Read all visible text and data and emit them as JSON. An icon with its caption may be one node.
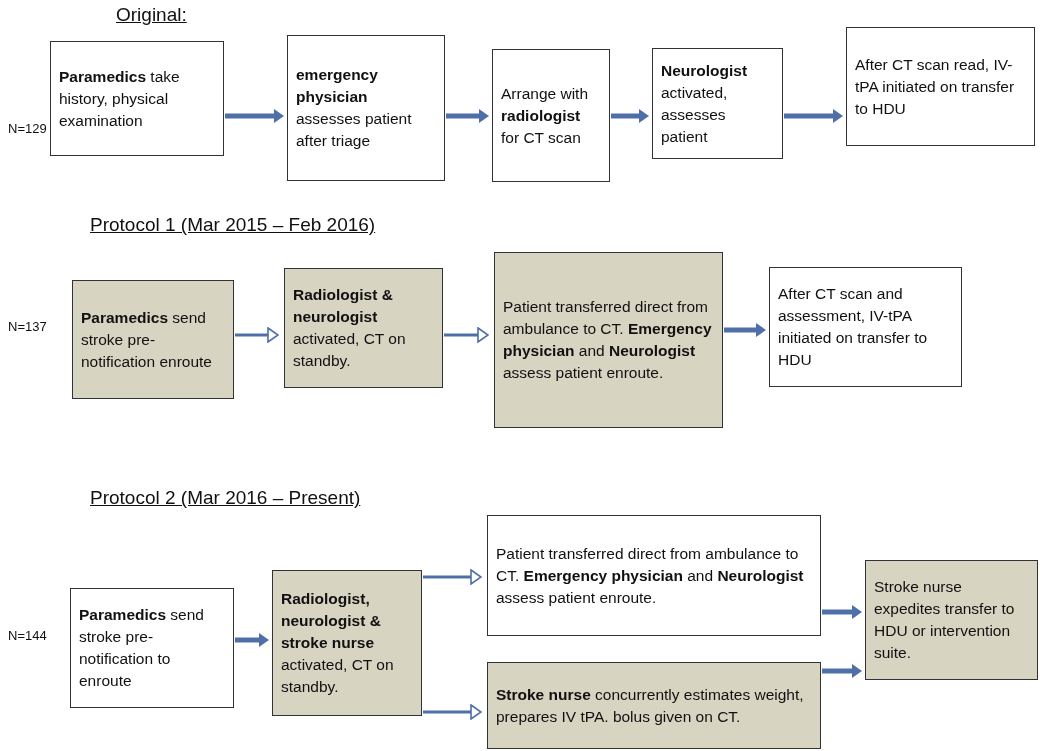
{
  "diagram": {
    "nodes": [
      {
        "text": [
          "**Paramedics** take history, physical examination"
        ]
      },
      {
        "text": [
          "**emergency physician** assesses patient after triage"
        ]
      },
      {
        "text": [
          "Arrange with **radiologist** for CT scan"
        ]
      },
      {
        "text": [
          "**Neurologist** activated, assesses patient"
        ]
      },
      {
        "text": [
          "After CT scan read, IV-tPA initiated on transfer to HDU"
        ]
      },
      {
        "text": [
          "**Paramedics** send stroke pre-notification enroute"
        ]
      },
      {
        "text": [
          "**Radiologist & neurologist** activated, CT on standby."
        ]
      },
      {
        "text": [
          "Patient transferred direct from ambulance to CT. **Emergency physician** and **Neurologist** assess patient enroute."
        ]
      },
      {
        "text": [
          "After CT scan and assessment, IV-tPA initiated on transfer to HDU"
        ]
      },
      {
        "text": [
          "**Paramedics** send stroke pre-notification to enroute"
        ]
      },
      {
        "text": [
          "**Radiologist, neurologist & stroke nurse** activated, CT on standby."
        ]
      },
      {
        "text": [
          "Patient transferred direct from ambulance to CT. **Emergency physician** and **Neurologist** assess patient enroute."
        ]
      },
      {
        "text": [
          "**Stroke nurse** concurrently estimates weight, prepares IV tPA. bolus given on CT."
        ]
      },
      {
        "text": [
          "Stroke nurse expedites transfer to HDU or intervention suite."
        ]
      }
    ],
    "edges": [
      {
        "from": 0,
        "to": 1,
        "arrow": "to"
      },
      {
        "from": 1,
        "to": 2,
        "arrow": "to"
      },
      {
        "from": 2,
        "to": 3,
        "arrow": "to"
      },
      {
        "from": 3,
        "to": 4,
        "arrow": "to"
      },
      {
        "from": 5,
        "to": 6,
        "arrow": "to"
      },
      {
        "from": 6,
        "to": 7,
        "arrow": "to"
      },
      {
        "from": 7,
        "to": 8,
        "arrow": "to"
      },
      {
        "from": 9,
        "to": 10,
        "arrow": "to"
      },
      {
        "from": 10,
        "to": 11,
        "arrow": "to"
      },
      {
        "from": 10,
        "to": 12,
        "arrow": "to"
      },
      {
        "from": 11,
        "to": 13,
        "arrow": "to"
      },
      {
        "from": 12,
        "to": 13,
        "arrow": "to"
      }
    ],
    "labels": [
      "Original:",
      "N=129",
      "Protocol 1 (Mar 2015 – Feb 2016)",
      "N=137",
      "Protocol 2 (Mar 2016 – Present)",
      "N=144"
    ]
  }
}
